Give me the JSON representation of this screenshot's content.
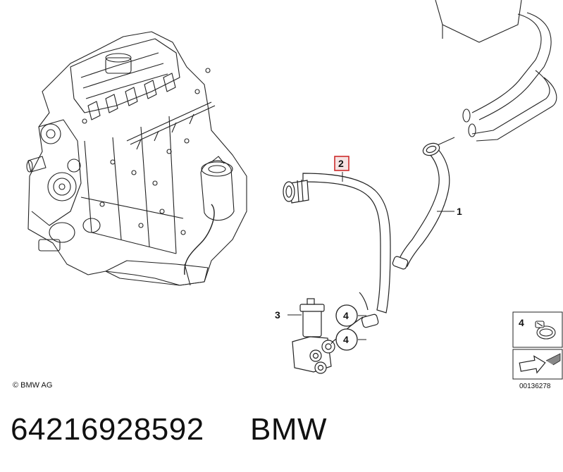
{
  "callouts": {
    "c1": "1",
    "c2": "2",
    "c3": "3",
    "c4a": "4",
    "c4b": "4",
    "legend_num": "4"
  },
  "copyright": "© BMW AG",
  "doc_number": "00136278",
  "part_number": "64216928592",
  "brand": "BMW",
  "colors": {
    "line": "#222222",
    "highlight": "#cc2b2b",
    "background": "#ffffff"
  }
}
